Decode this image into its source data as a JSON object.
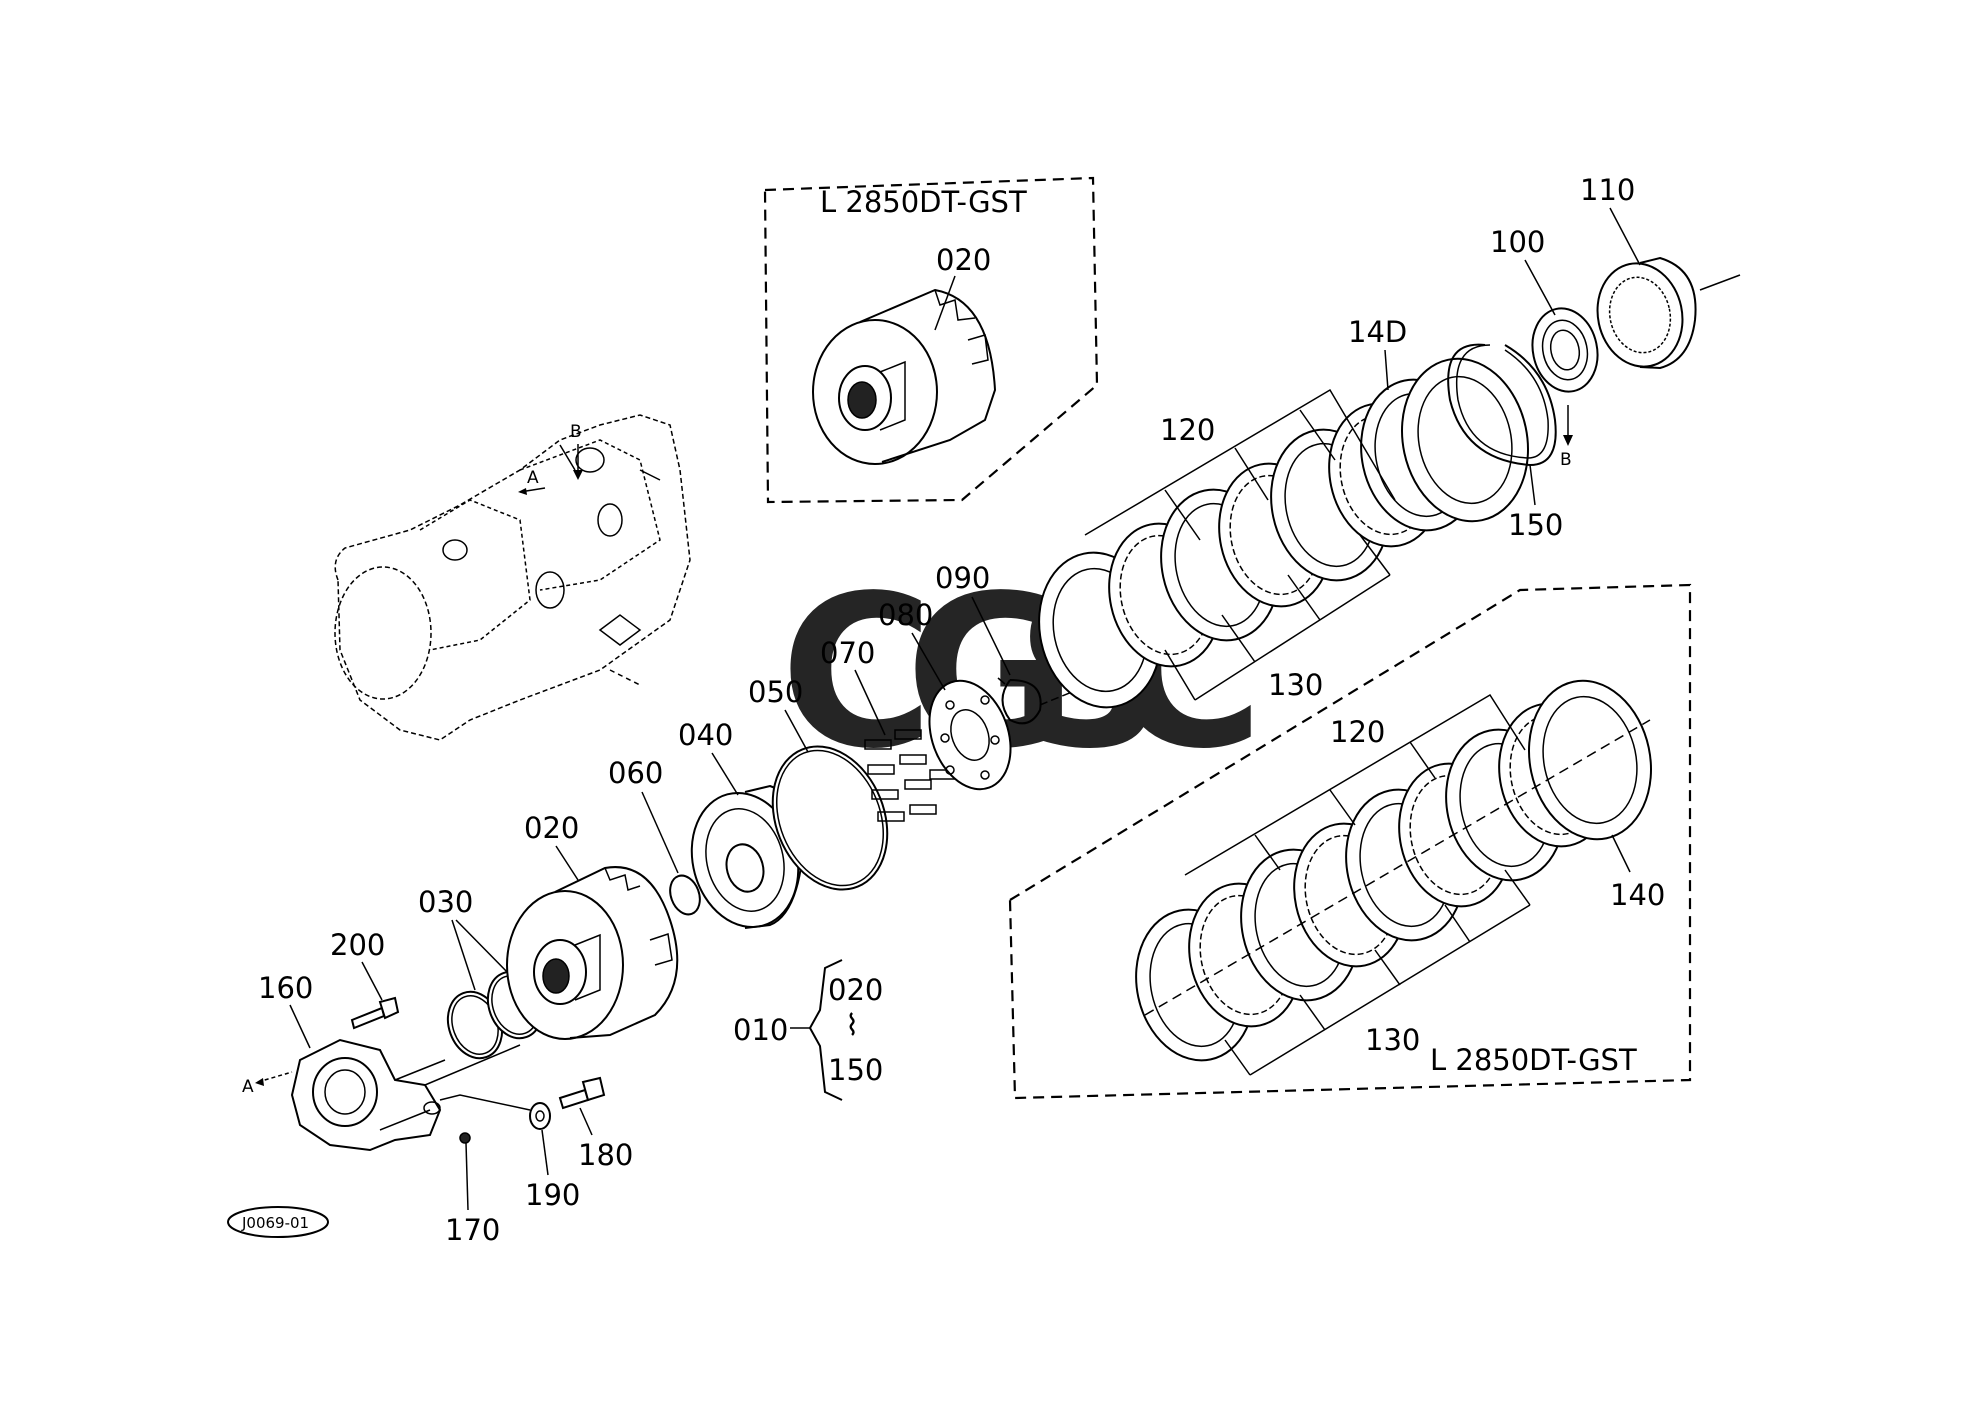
{
  "title_boxes": {
    "top_model": "L 2850DT-GST",
    "bottom_model": "L 2850DT-GST"
  },
  "watermark": {
    "text": "CGSC",
    "colors": [
      "#4a86e8",
      "#e05050",
      "#f2c744",
      "#3aa56a"
    ]
  },
  "part_labels": {
    "p020_top": "020",
    "p110": "110",
    "p100": "100",
    "p14d": "14D",
    "p120_top": "120",
    "p150": "150",
    "p090": "090",
    "p080": "080",
    "p070": "070",
    "p050": "050",
    "p040": "040",
    "p060": "060",
    "p020_main": "020",
    "p030": "030",
    "p200": "200",
    "p160": "160",
    "p130_top": "130",
    "p120_bottom": "120",
    "p140": "140",
    "p130_bottom": "130",
    "p180": "180",
    "p190": "190",
    "p170": "170"
  },
  "assembly_group": {
    "code": "010",
    "range_start": "020",
    "range_sep": "⌇",
    "range_end": "150"
  },
  "view_markers": {
    "a_case": "A",
    "b_case": "B",
    "b_bearing": "B",
    "a_cover": "A"
  },
  "figure_code": "J0069-01"
}
